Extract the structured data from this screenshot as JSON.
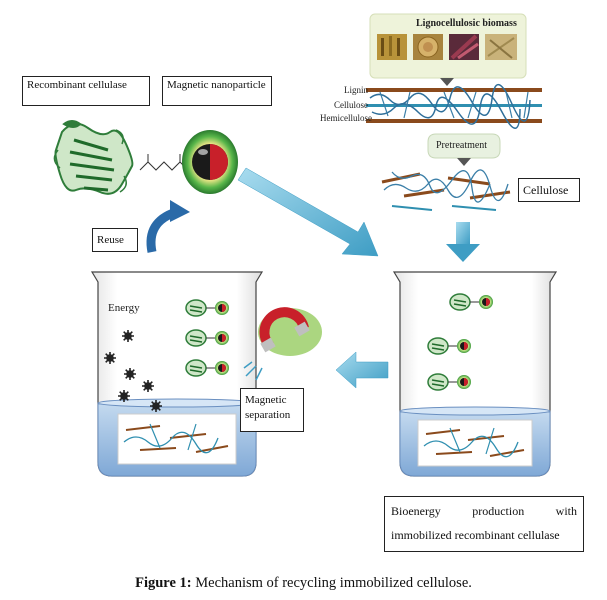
{
  "labels": {
    "recombinant_cellulase": "Recombinant cellulase",
    "magnetic_nanoparticle": "Magnetic nanoparticle",
    "lignocellulosic_biomass": "Lignocellulosic biomass",
    "lignin": "Lignin",
    "cellulose_layer": "Cellulose",
    "hemicellulose": "Hemicellulose",
    "pretreatment": "Pretreatment",
    "cellulose": "Cellulose",
    "reuse": "Reuse",
    "energy": "Energy",
    "magnetic_separation_line1": "Magnetic",
    "magnetic_separation_line2": "separation",
    "bioenergy_w1": "Bioenergy",
    "bioenergy_w2": "production",
    "bioenergy_w3": "with",
    "bioenergy_line2": "immobilized recombinant cellulase"
  },
  "caption": {
    "prefix": "Figure 1:",
    "text": " Mechanism of recycling immobilized cellulose."
  },
  "colors": {
    "arrow_blue": "#45a6c9",
    "protein_green": "#2f7d3a",
    "liquid_blue": "#9cc3e6",
    "fiber_brown": "#8a4a1c",
    "fiber_teal": "#2f8fb0",
    "magnet_red": "#c8202a",
    "biomass_panel": "#eef3da"
  }
}
